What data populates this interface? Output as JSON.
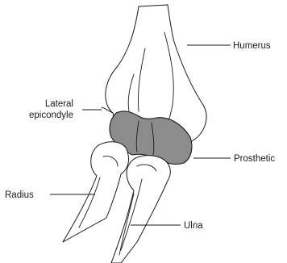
{
  "labels": {
    "humerus": "Humerus",
    "lateral_epicondyle_line1": "Lateral",
    "lateral_epicondyle_line2": "epicondyle",
    "prosthetic": "Prosthetic",
    "radius": "Radius",
    "ulna": "Ulna"
  },
  "colors": {
    "outline": "#1a1a1a",
    "bone_fill": "#ffffff",
    "prosthetic_fill": "#8c8c8c"
  }
}
